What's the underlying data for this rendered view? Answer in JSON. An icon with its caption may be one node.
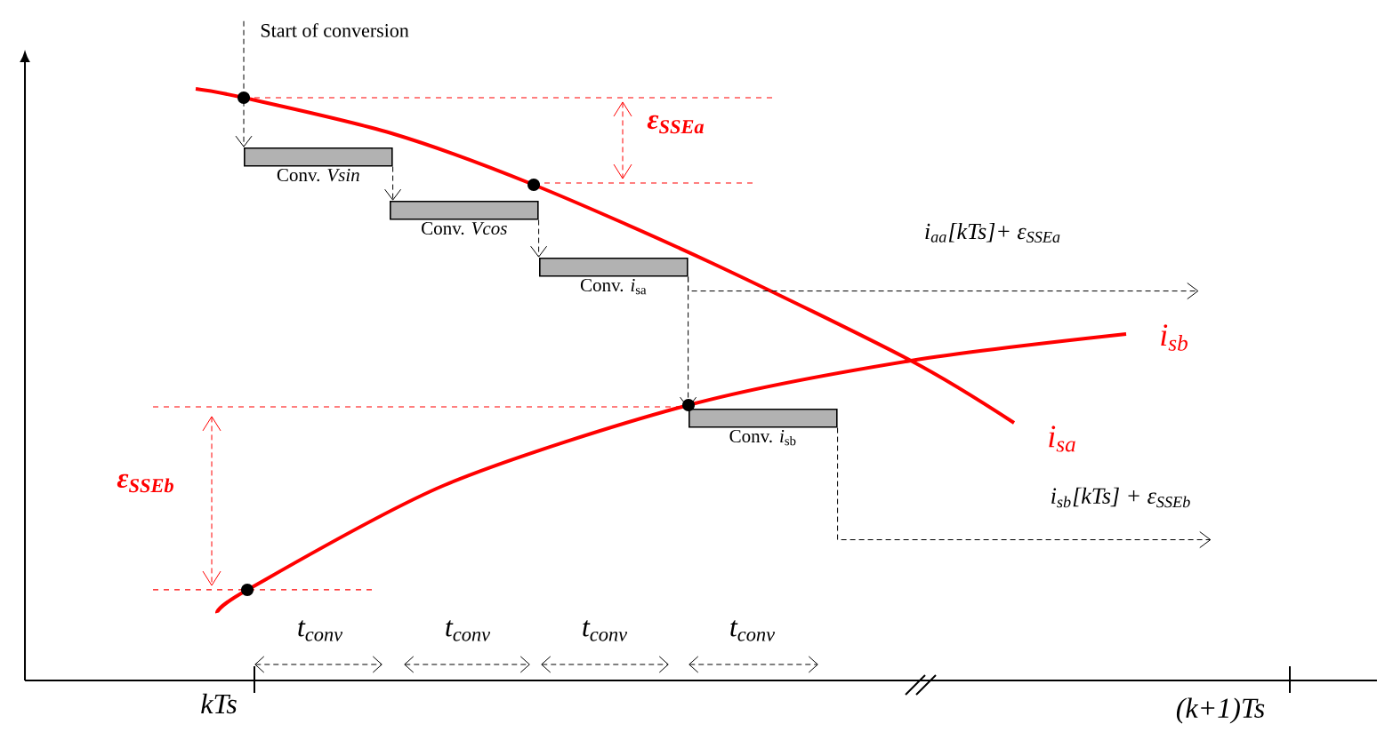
{
  "diagram": {
    "nodes": [
      {
        "text": [
          "Start of conversion"
        ]
      },
      {
        "text": [
          "Conv. *Vsin*"
        ]
      },
      {
        "text": [
          "Conv. *Vcos*"
        ]
      },
      {
        "text": [
          "Conv. *i*$_{sa}$"
        ]
      },
      {
        "text": [
          "Conv. *i*$_{sb}$"
        ]
      }
    ],
    "edges": [
      {
        "from": 0,
        "to": 1,
        "arrow": "to"
      },
      {
        "from": 1,
        "to": 2,
        "arrow": "to"
      },
      {
        "from": 2,
        "to": 3,
        "arrow": "to"
      },
      {
        "from": 3,
        "to": 4,
        "arrow": "to"
      },
      {
        "from": 3,
        "to": null,
        "arrow": "to",
        "label": "i$_{aa}$[kTs]+ ε$_{SSEa}$"
      },
      {
        "from": 4,
        "to": null,
        "arrow": "to",
        "label": "i$_{sb}$[kTs] + ε$_{SSEb}$"
      }
    ],
    "labels": [
      "ε$_{SSEa}$",
      "i$_{sb}$",
      "i$_{sa}$",
      "ε$_{SSEb}$",
      "t$_{conv}$",
      "t$_{conv}$",
      "t$_{conv}$",
      "t$_{conv}$",
      "kTs",
      "(k+1)Ts"
    ]
  }
}
